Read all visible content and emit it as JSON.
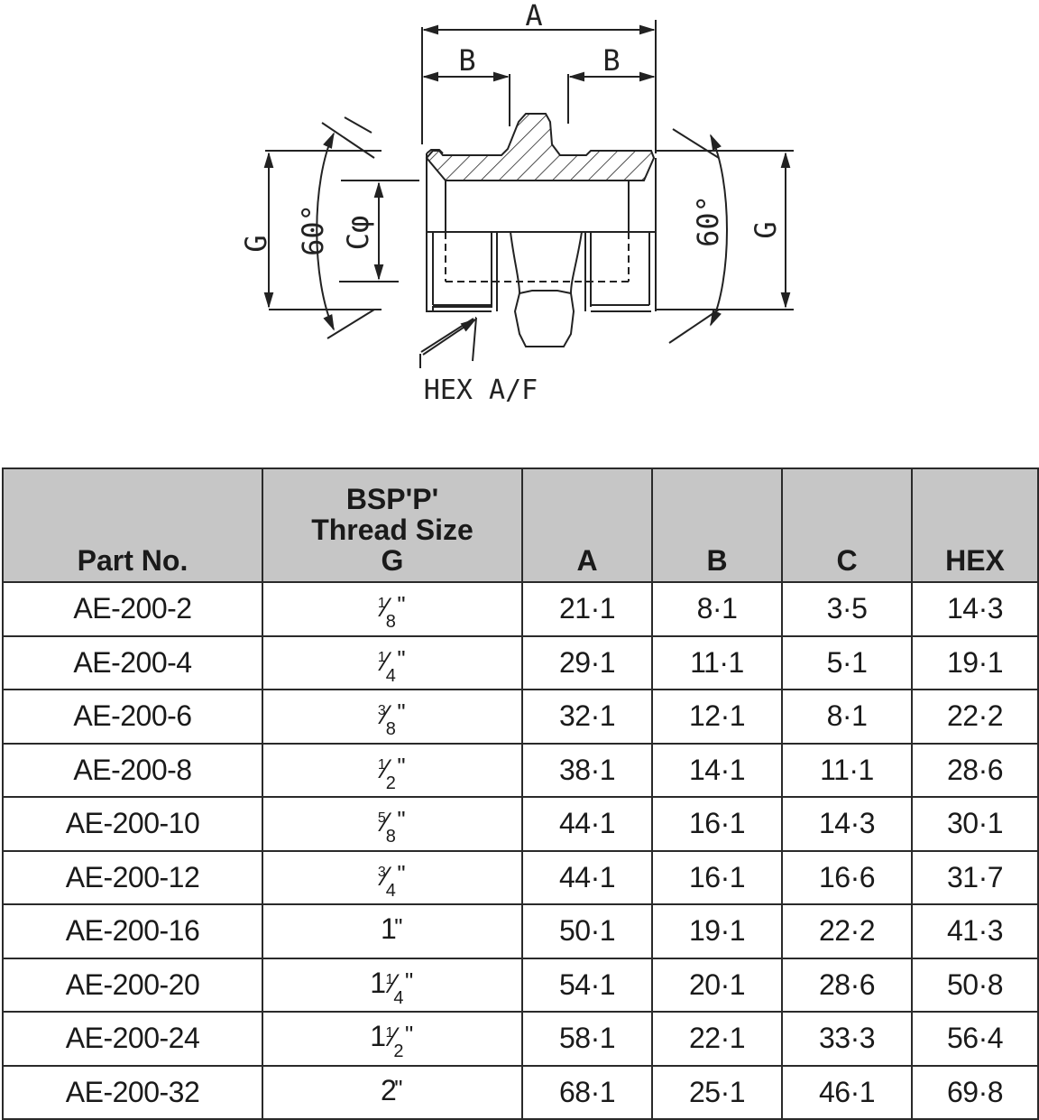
{
  "drawing": {
    "labels": {
      "A": "A",
      "B_left": "B",
      "B_right": "B",
      "G_left": "G",
      "G_right": "G",
      "angle_left": "60°",
      "angle_right": "60°",
      "C": "Cφ",
      "hex": "HEX A/F"
    }
  },
  "table": {
    "headers": {
      "part_no": "Part No.",
      "thread_line1": "BSP'P'",
      "thread_line2": "Thread Size",
      "thread_line3": "G",
      "a": "A",
      "b": "B",
      "c": "C",
      "hex": "HEX"
    },
    "rows": [
      {
        "part": "AE-200-2",
        "whole": "",
        "num": "1",
        "den": "8",
        "a": "21·1",
        "b": "8·1",
        "c": "3·5",
        "hex": "14·3"
      },
      {
        "part": "AE-200-4",
        "whole": "",
        "num": "1",
        "den": "4",
        "a": "29·1",
        "b": "11·1",
        "c": "5·1",
        "hex": "19·1"
      },
      {
        "part": "AE-200-6",
        "whole": "",
        "num": "3",
        "den": "8",
        "a": "32·1",
        "b": "12·1",
        "c": "8·1",
        "hex": "22·2"
      },
      {
        "part": "AE-200-8",
        "whole": "",
        "num": "1",
        "den": "2",
        "a": "38·1",
        "b": "14·1",
        "c": "11·1",
        "hex": "28·6"
      },
      {
        "part": "AE-200-10",
        "whole": "",
        "num": "5",
        "den": "8",
        "a": "44·1",
        "b": "16·1",
        "c": "14·3",
        "hex": "30·1"
      },
      {
        "part": "AE-200-12",
        "whole": "",
        "num": "3",
        "den": "4",
        "a": "44·1",
        "b": "16·1",
        "c": "16·6",
        "hex": "31·7"
      },
      {
        "part": "AE-200-16",
        "whole": "1",
        "num": "",
        "den": "",
        "a": "50·1",
        "b": "19·1",
        "c": "22·2",
        "hex": "41·3"
      },
      {
        "part": "AE-200-20",
        "whole": "1",
        "num": "1",
        "den": "4",
        "a": "54·1",
        "b": "20·1",
        "c": "28·6",
        "hex": "50·8"
      },
      {
        "part": "AE-200-24",
        "whole": "1",
        "num": "1",
        "den": "2",
        "a": "58·1",
        "b": "22·1",
        "c": "33·3",
        "hex": "56·4"
      },
      {
        "part": "AE-200-32",
        "whole": "2",
        "num": "",
        "den": "",
        "a": "68·1",
        "b": "25·1",
        "c": "46·1",
        "hex": "69·8"
      }
    ],
    "inch_mark": "\"",
    "slash": "⁄"
  },
  "colors": {
    "header_bg": "#c6c6c6",
    "border": "#2a2a2a",
    "text": "#1a1a1a"
  }
}
